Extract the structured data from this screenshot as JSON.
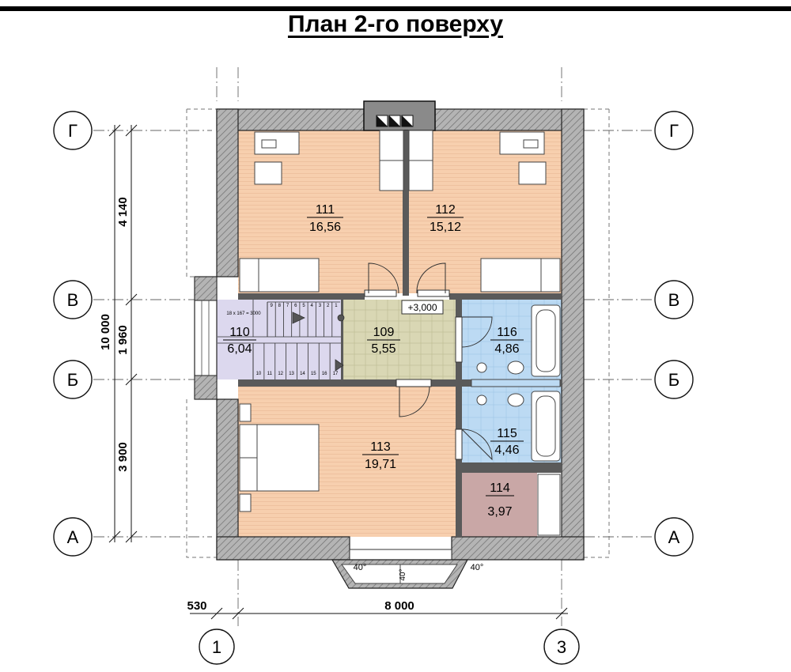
{
  "title": "План 2-го поверху",
  "colors": {
    "bedroom": "#f7cfae",
    "stair": "#dcd8ee",
    "hall": "#d9d7b4",
    "bath": "#bcdaf3",
    "storage": "#c9a7a6",
    "wall": "#9a9a9a"
  },
  "axes": {
    "rows": [
      "Г",
      "В",
      "Б",
      "А"
    ],
    "cols": [
      "1",
      "3"
    ]
  },
  "dimensions": {
    "total_vertical": "10 000",
    "seg_top": "4 140",
    "seg_mid": "1 960",
    "seg_bottom": "3 900",
    "total_horizontal": "8 000",
    "offset_left": "530"
  },
  "rooms": [
    {
      "id": "111",
      "area": "16,56"
    },
    {
      "id": "112",
      "area": "15,12"
    },
    {
      "id": "110",
      "area": "6,04"
    },
    {
      "id": "109",
      "area": "5,55"
    },
    {
      "id": "116",
      "area": "4,86"
    },
    {
      "id": "115",
      "area": "4,46"
    },
    {
      "id": "113",
      "area": "19,71"
    },
    {
      "id": "114",
      "area": "3,97"
    }
  ],
  "level_mark": "+3,000",
  "stair_note": "18 x 167 = 3000",
  "stair_steps_top": [
    "9",
    "8",
    "7",
    "6",
    "5",
    "4",
    "3",
    "2",
    "1"
  ],
  "stair_steps_bottom": [
    "10",
    "11",
    "12",
    "13",
    "14",
    "15",
    "16",
    "17"
  ],
  "balcony_angle_left": "40°",
  "balcony_angle_right": "40°",
  "balcony_mid": "40°"
}
